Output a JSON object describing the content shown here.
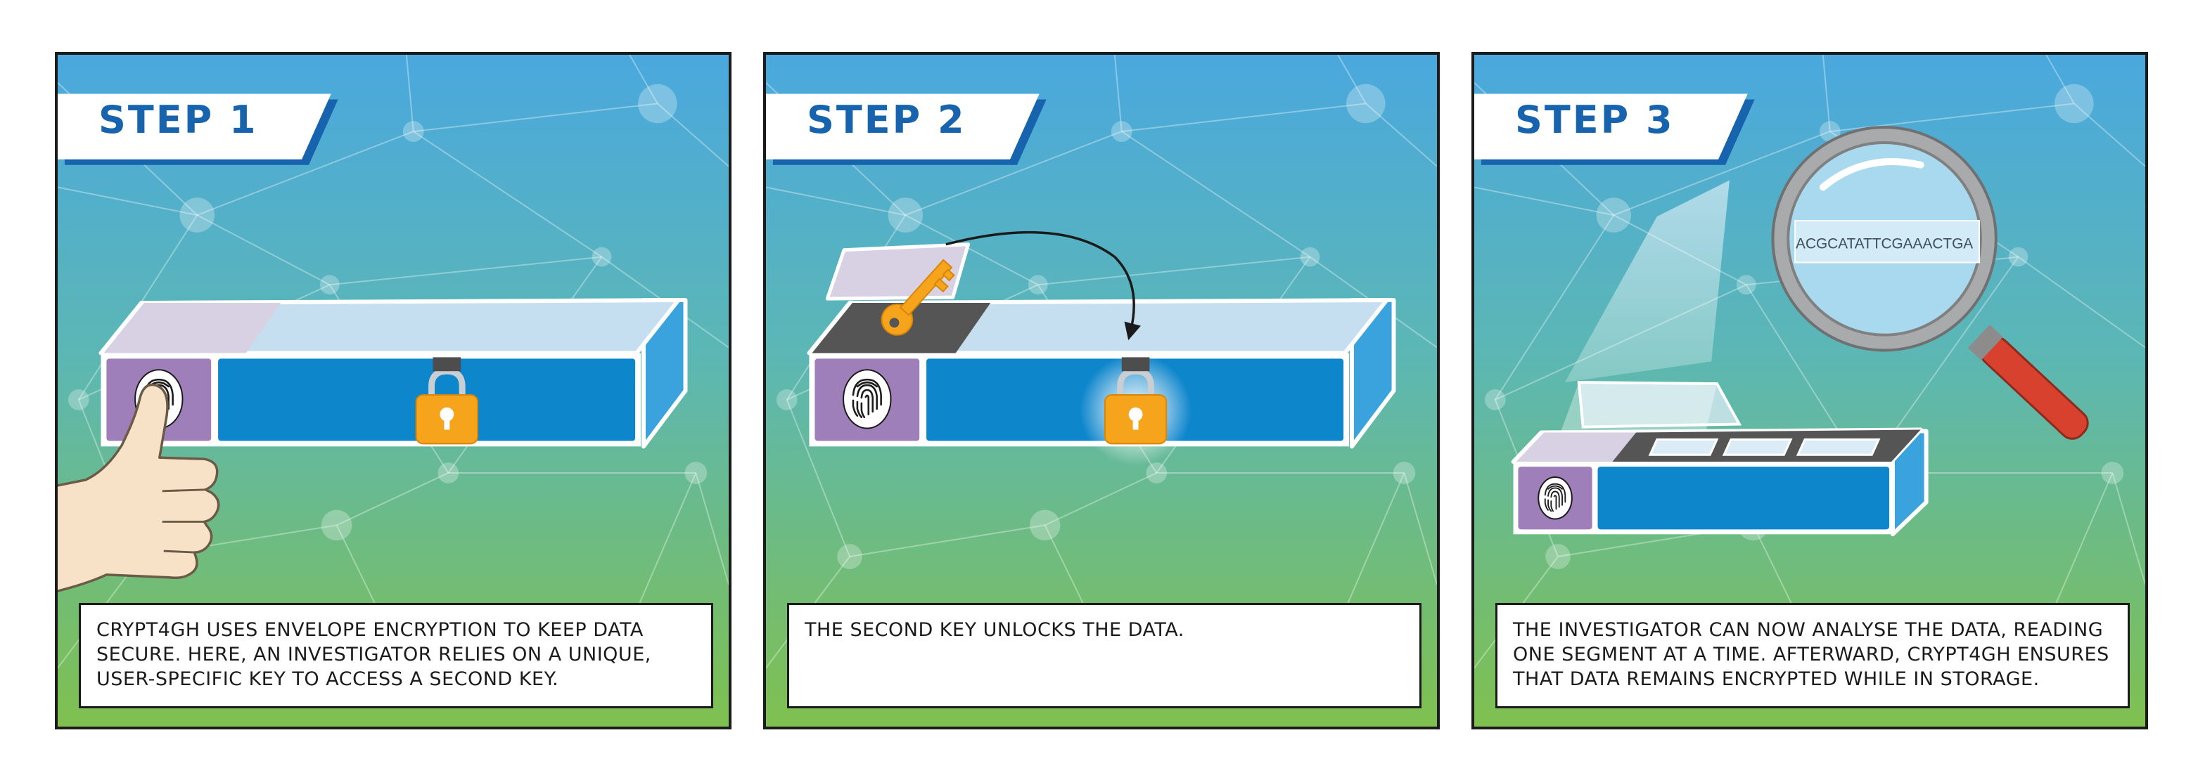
{
  "panels": [
    {
      "step": "STEP 1",
      "caption": "CRYPT4GH USES ENVELOPE ENCRYPTION TO KEEP DATA SECURE. HERE, AN INVESTIGATOR RELIES ON A UNIQUE, USER-SPECIFIC KEY TO ACCESS A SECOND KEY."
    },
    {
      "step": "STEP 2",
      "caption": "THE SECOND KEY UNLOCKS THE DATA."
    },
    {
      "step": "STEP 3",
      "caption": "THE INVESTIGATOR CAN NOW ANALYSE THE DATA, READING ONE SEGMENT AT A TIME. AFTERWARD, CRYPT4GH ENSURES THAT DATA REMAINS ENCRYPTED WHILE IN STORAGE.",
      "sequence": "ACGCATATTCGAAACTGA"
    }
  ],
  "colors": {
    "sky_top": "#4aa8de",
    "ground_bottom": "#7fc04f",
    "title_blue": "#1763ad",
    "box_blue": "#0e86cc",
    "fingerprint_purple": "#9e7fba",
    "lock_orange": "#f6a41c",
    "magnifier_red": "#d9412f"
  },
  "icons": [
    "fingerprint-icon",
    "padlock-icon",
    "key-icon",
    "thumbs-up-icon",
    "magnifying-glass-icon",
    "curved-arrow-icon"
  ]
}
